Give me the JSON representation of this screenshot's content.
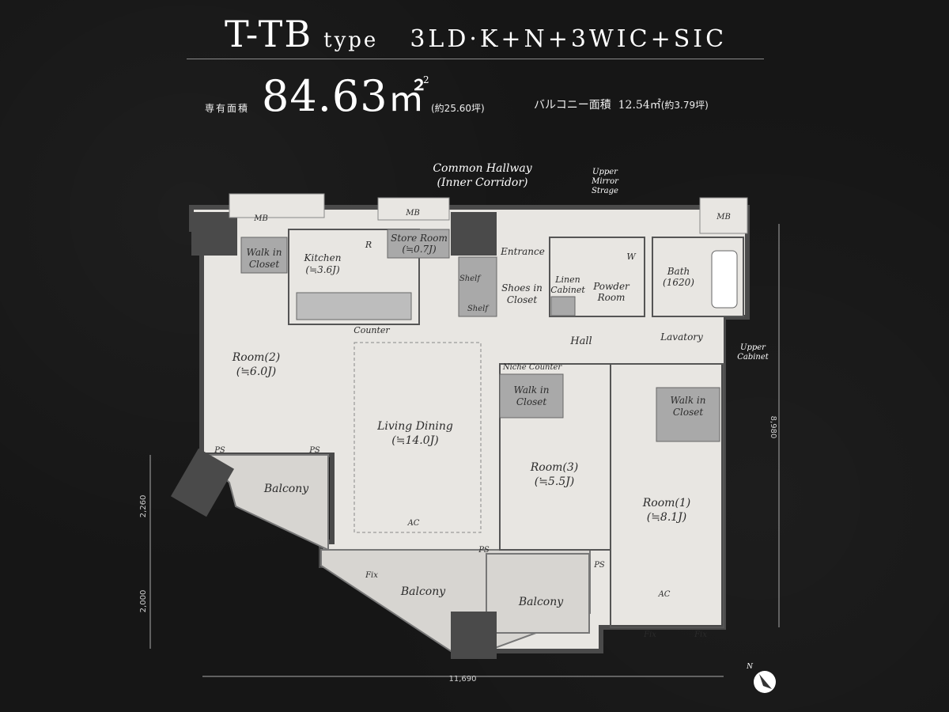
{
  "header": {
    "type_code": "T-TB",
    "type_word": "type",
    "layout": "3LD·K+N+3WIC+SIC"
  },
  "area": {
    "label": "専有面積",
    "value": "84.63",
    "unit": "㎡",
    "unit_sup": "2",
    "tsubo": "(約25.60坪)",
    "balcony_label": "バルコニー面積",
    "balcony_value": "12.54㎡",
    "balcony_tsubo": "(約3.79坪)"
  },
  "plan": {
    "corridor_line1": "Common Hallway",
    "corridor_line2": "(Inner Corridor)",
    "upper_mirror_1": "Upper",
    "upper_mirror_2": "Mirror",
    "upper_mirror_3": "Strage",
    "upper_cabinet_1": "Upper",
    "upper_cabinet_2": "Cabinet",
    "mb": "MB",
    "r_mark": "R",
    "w_mark": "W",
    "wic_1": "Walk in",
    "wic_2": "Closet",
    "kitchen": "Kitchen",
    "kitchen_size": "(≒3.6J)",
    "store_room": "Store Room",
    "store_size": "(≒0.7J)",
    "entrance": "Entrance",
    "shelf": "Shelf",
    "shoes_1": "Shoes in",
    "shoes_2": "Closet",
    "linen_1": "Linen",
    "linen_2": "Cabinet",
    "powder_1": "Powder",
    "powder_2": "Room",
    "bath": "Bath",
    "bath_size": "(1620)",
    "counter": "Counter",
    "hall": "Hall",
    "lavatory": "Lavatory",
    "niche": "Niche Counter",
    "room2": "Room(2)",
    "room2_size": "(≒6.0J)",
    "living": "Living Dining",
    "living_size": "(≒14.0J)",
    "room3": "Room(3)",
    "room3_size": "(≒5.5J)",
    "room1": "Room(1)",
    "room1_size": "(≒8.1J)",
    "ps": "PS",
    "balcony": "Balcony",
    "ac": "AC",
    "fix": "Fix",
    "north": "N",
    "dim_width": "11,690",
    "dim_depth": "8,980",
    "dim_left_top": "2,260",
    "dim_left_bottom": "2,000"
  }
}
